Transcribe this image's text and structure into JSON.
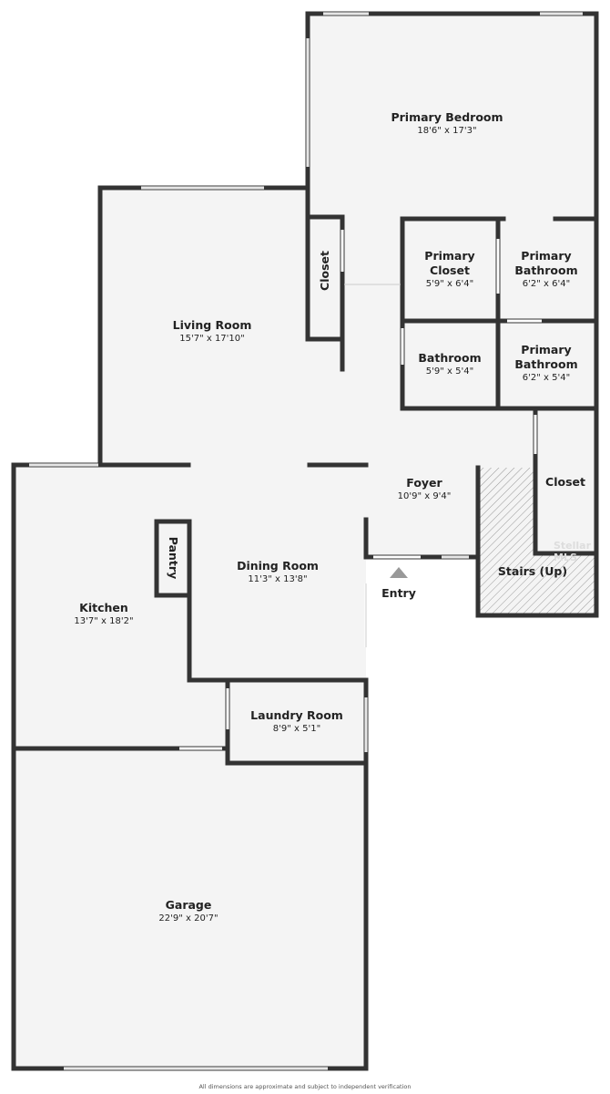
{
  "rooms": {
    "primary_bedroom": {
      "name": "Primary Bedroom",
      "dims": "18'6\" x 17'3\""
    },
    "living_room": {
      "name": "Living Room",
      "dims": "15'7\" x 17'10\""
    },
    "closet_left": {
      "name": "Closet"
    },
    "primary_closet": {
      "name": "Primary Closet",
      "dims": "5'9\" x 6'4\""
    },
    "primary_bathroom_1": {
      "name": "Primary Bathroom",
      "dims": "6'2\" x 6'4\""
    },
    "bathroom": {
      "name": "Bathroom",
      "dims": "5'9\" x 5'4\""
    },
    "primary_bathroom_2": {
      "name": "Primary Bathroom",
      "dims": "6'2\" x 5'4\""
    },
    "foyer": {
      "name": "Foyer",
      "dims": "10'9\" x 9'4\""
    },
    "closet_right": {
      "name": "Closet"
    },
    "stairs": {
      "name": "Stairs (Up)"
    },
    "entry": {
      "name": "Entry"
    },
    "kitchen": {
      "name": "Kitchen",
      "dims": "13'7\" x 18'2\""
    },
    "pantry": {
      "name": "Pantry"
    },
    "dining_room": {
      "name": "Dining Room",
      "dims": "11'3\" x 13'8\""
    },
    "laundry_room": {
      "name": "Laundry Room",
      "dims": "8'9\" x 5'1\""
    },
    "garage": {
      "name": "Garage",
      "dims": "22'9\" x 20'7\""
    }
  },
  "watermark": "Stellar MLS",
  "footer": "All dimensions are approximate and subject to independent verification",
  "colors": {
    "wall": "#333333",
    "floor": "#f4f4f4",
    "opening": "#ffffff"
  }
}
